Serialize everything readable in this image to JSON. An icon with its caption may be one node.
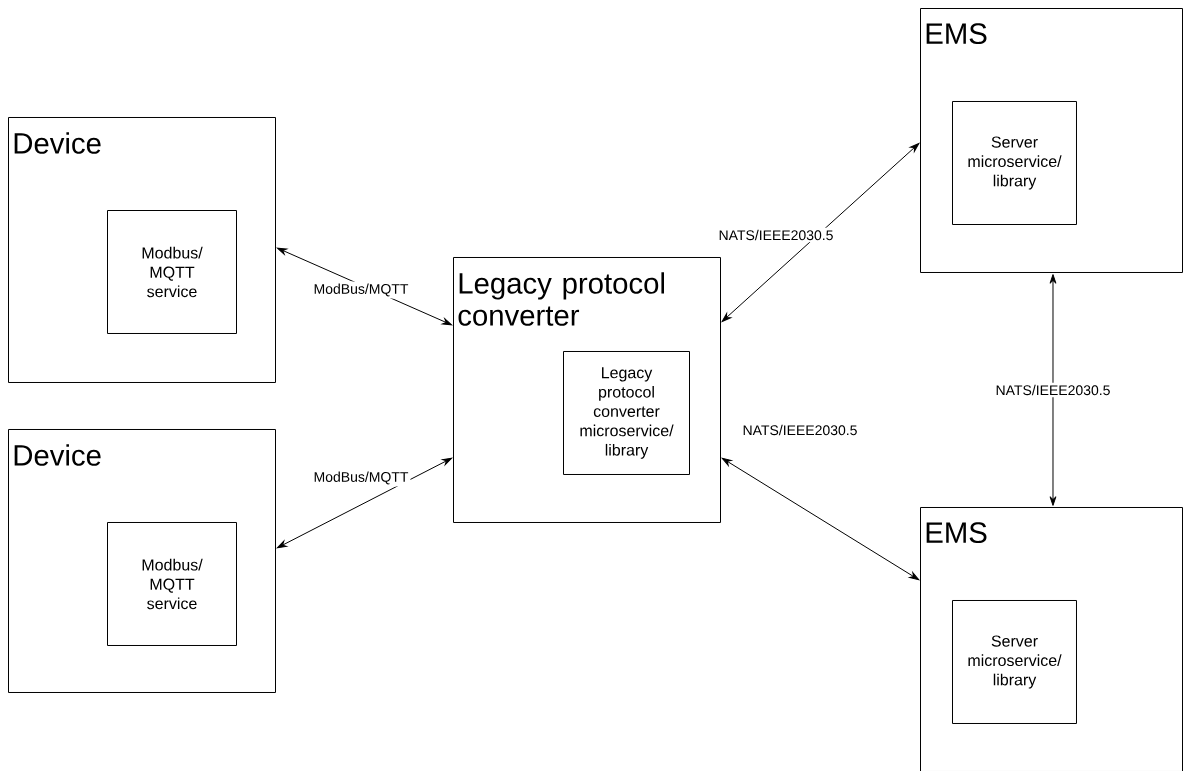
{
  "diagram": {
    "nodes": [
      {
        "text": [
          "Device"
        ]
      },
      {
        "text": [
          "Modbus/ MQTT service"
        ],
        "in": 0
      },
      {
        "text": [
          "Device"
        ]
      },
      {
        "text": [
          "Modbus/ MQTT service"
        ],
        "in": 2
      },
      {
        "text": [
          "Legacy protocol converter"
        ]
      },
      {
        "text": [
          "Legacy protocol converter microservice/ library"
        ],
        "in": 4
      },
      {
        "text": [
          "EMS"
        ]
      },
      {
        "text": [
          "Server microservice/ library"
        ],
        "in": 6
      },
      {
        "text": [
          "EMS"
        ]
      },
      {
        "text": [
          "Server microservice/ library"
        ],
        "in": 8
      }
    ],
    "edges": [
      {
        "from": 0,
        "to": 4,
        "arrow": "both",
        "label": "ModBus/MQTT"
      },
      {
        "from": 2,
        "to": 4,
        "arrow": "both",
        "label": "ModBus/MQTT"
      },
      {
        "from": 4,
        "to": 6,
        "arrow": "both",
        "label": "NATS/IEEE2030.5"
      },
      {
        "from": 4,
        "to": 8,
        "arrow": "both",
        "label": "NATS/IEEE2030.5"
      },
      {
        "from": 6,
        "to": 8,
        "arrow": "both",
        "label": "NATS/IEEE2030.5"
      }
    ]
  }
}
